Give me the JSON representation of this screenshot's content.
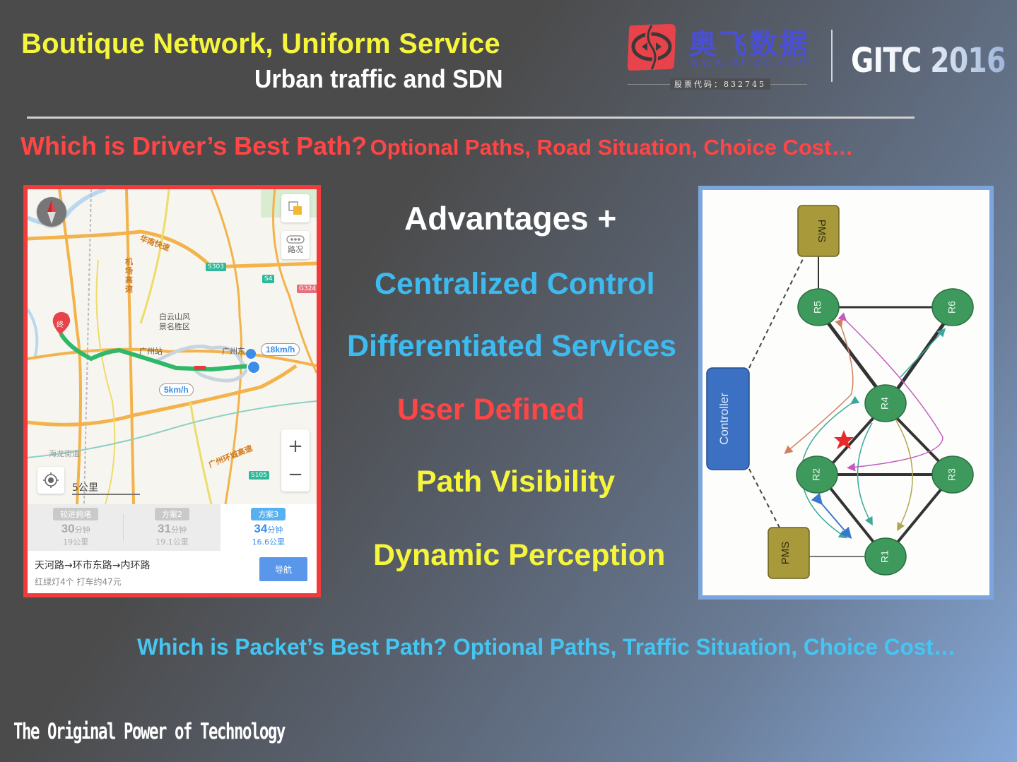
{
  "header": {
    "title": "Boutique Network, Uniform Service",
    "subtitle": "Urban traffic and SDN",
    "logo": {
      "name_cn": "奥飞数据",
      "url": "www.ofidc.com",
      "stock_code": "股票代码：832745"
    },
    "event": "GITC 2016"
  },
  "driver_question": {
    "question": "Which is Driver’s Best Path?",
    "details": "Optional Paths, Road Situation, Choice Cost…"
  },
  "map_panel": {
    "compass_label": "北",
    "traffic_button_label": "路况",
    "zoom_in": "+",
    "zoom_out": "−",
    "scale": "5公里",
    "speed_tags": [
      "18km/h",
      "5km/h"
    ],
    "place_labels": [
      "白云山风",
      "景名胜区",
      "广州站",
      "广州东",
      "海龙街道"
    ],
    "road_labels": [
      "华南快速",
      "机场高速",
      "广州环城高速"
    ],
    "shields": [
      {
        "label": "S303",
        "color": "#2fb89a"
      },
      {
        "label": "S4",
        "color": "#2fb89a"
      },
      {
        "label": "G324",
        "color": "#e5707c"
      },
      {
        "label": "S105",
        "color": "#2fb89a"
      }
    ],
    "end_marker": "终",
    "route_options": [
      {
        "tag": "较进拥堵",
        "time": "30",
        "time_unit": "分钟",
        "distance": "19公里",
        "active": false
      },
      {
        "tag": "方案2",
        "time": "31",
        "time_unit": "分钟",
        "distance": "19.1公里",
        "active": false
      },
      {
        "tag": "方案3",
        "time": "34",
        "time_unit": "分钟",
        "distance": "16.6公里",
        "active": true
      }
    ],
    "route_roads": "天河路→环市东路→内环路",
    "route_meta": "红绿灯4个  打车约47元",
    "navigate_button": "导航"
  },
  "advantages": {
    "heading": "Advantages +",
    "items": [
      {
        "label": "Centralized Control",
        "color": "#3dbbf0"
      },
      {
        "label": "Differentiated Services",
        "color": "#3dbbf0"
      },
      {
        "label": "User Defined",
        "color": "#ff4545"
      },
      {
        "label": "Path Visibility",
        "color": "#f5f53c"
      },
      {
        "label": "Dynamic Perception",
        "color": "#f5f53c"
      }
    ]
  },
  "diagram": {
    "nodes": [
      "PMS",
      "R5",
      "R6",
      "R4",
      "R2",
      "R3",
      "R1",
      "PMS"
    ],
    "controller": "Controller"
  },
  "packet_question": "Which is Packet’s Best Path? Optional Paths, Traffic Situation, Choice Cost…",
  "footer": {
    "tagline": "The  Original Power  of  Technology"
  },
  "colors": {
    "yellow": "#f5f53c",
    "red": "#ff4545",
    "cyan": "#3dbbf0",
    "map_border": "#ef3b3b",
    "diagram_border": "#7ba5dc",
    "router_green": "#3e9a5c",
    "pms_olive": "#a89a3a",
    "controller_blue": "#3b70c2"
  }
}
